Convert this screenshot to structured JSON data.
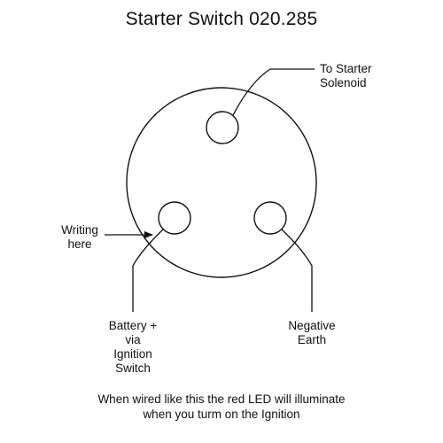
{
  "title": "Starter Switch 020.285",
  "labels": {
    "starter_solenoid": [
      "To Starter",
      "Solenoid"
    ],
    "writing_here": [
      "Writing",
      "here"
    ],
    "battery": [
      "Battery +",
      "via",
      "Ignition",
      "Switch"
    ],
    "negative_earth": [
      "Negative",
      "Earth"
    ]
  },
  "caption": [
    "When wired like this the red LED will illuminate",
    "when you turm on the Ignition"
  ]
}
